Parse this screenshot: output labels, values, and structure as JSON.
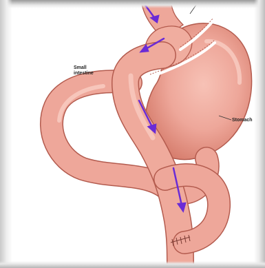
{
  "labels": {
    "small_intestine_line1": "Small",
    "small_intestine_line2": "intestine",
    "stomach": "Stomach"
  },
  "colors": {
    "tissue": "#eea79a",
    "tissue_shade": "#d9806f",
    "tissue_highlight": "#fbd3c9",
    "outline": "#b35b4e",
    "staple_line": "#ffffff",
    "flow_arrow": "#6a2bd6",
    "label_text": "#222222"
  },
  "icons": [
    "flow-arrow-icon",
    "staple-line-icon",
    "suture-anastomosis-icon"
  ]
}
